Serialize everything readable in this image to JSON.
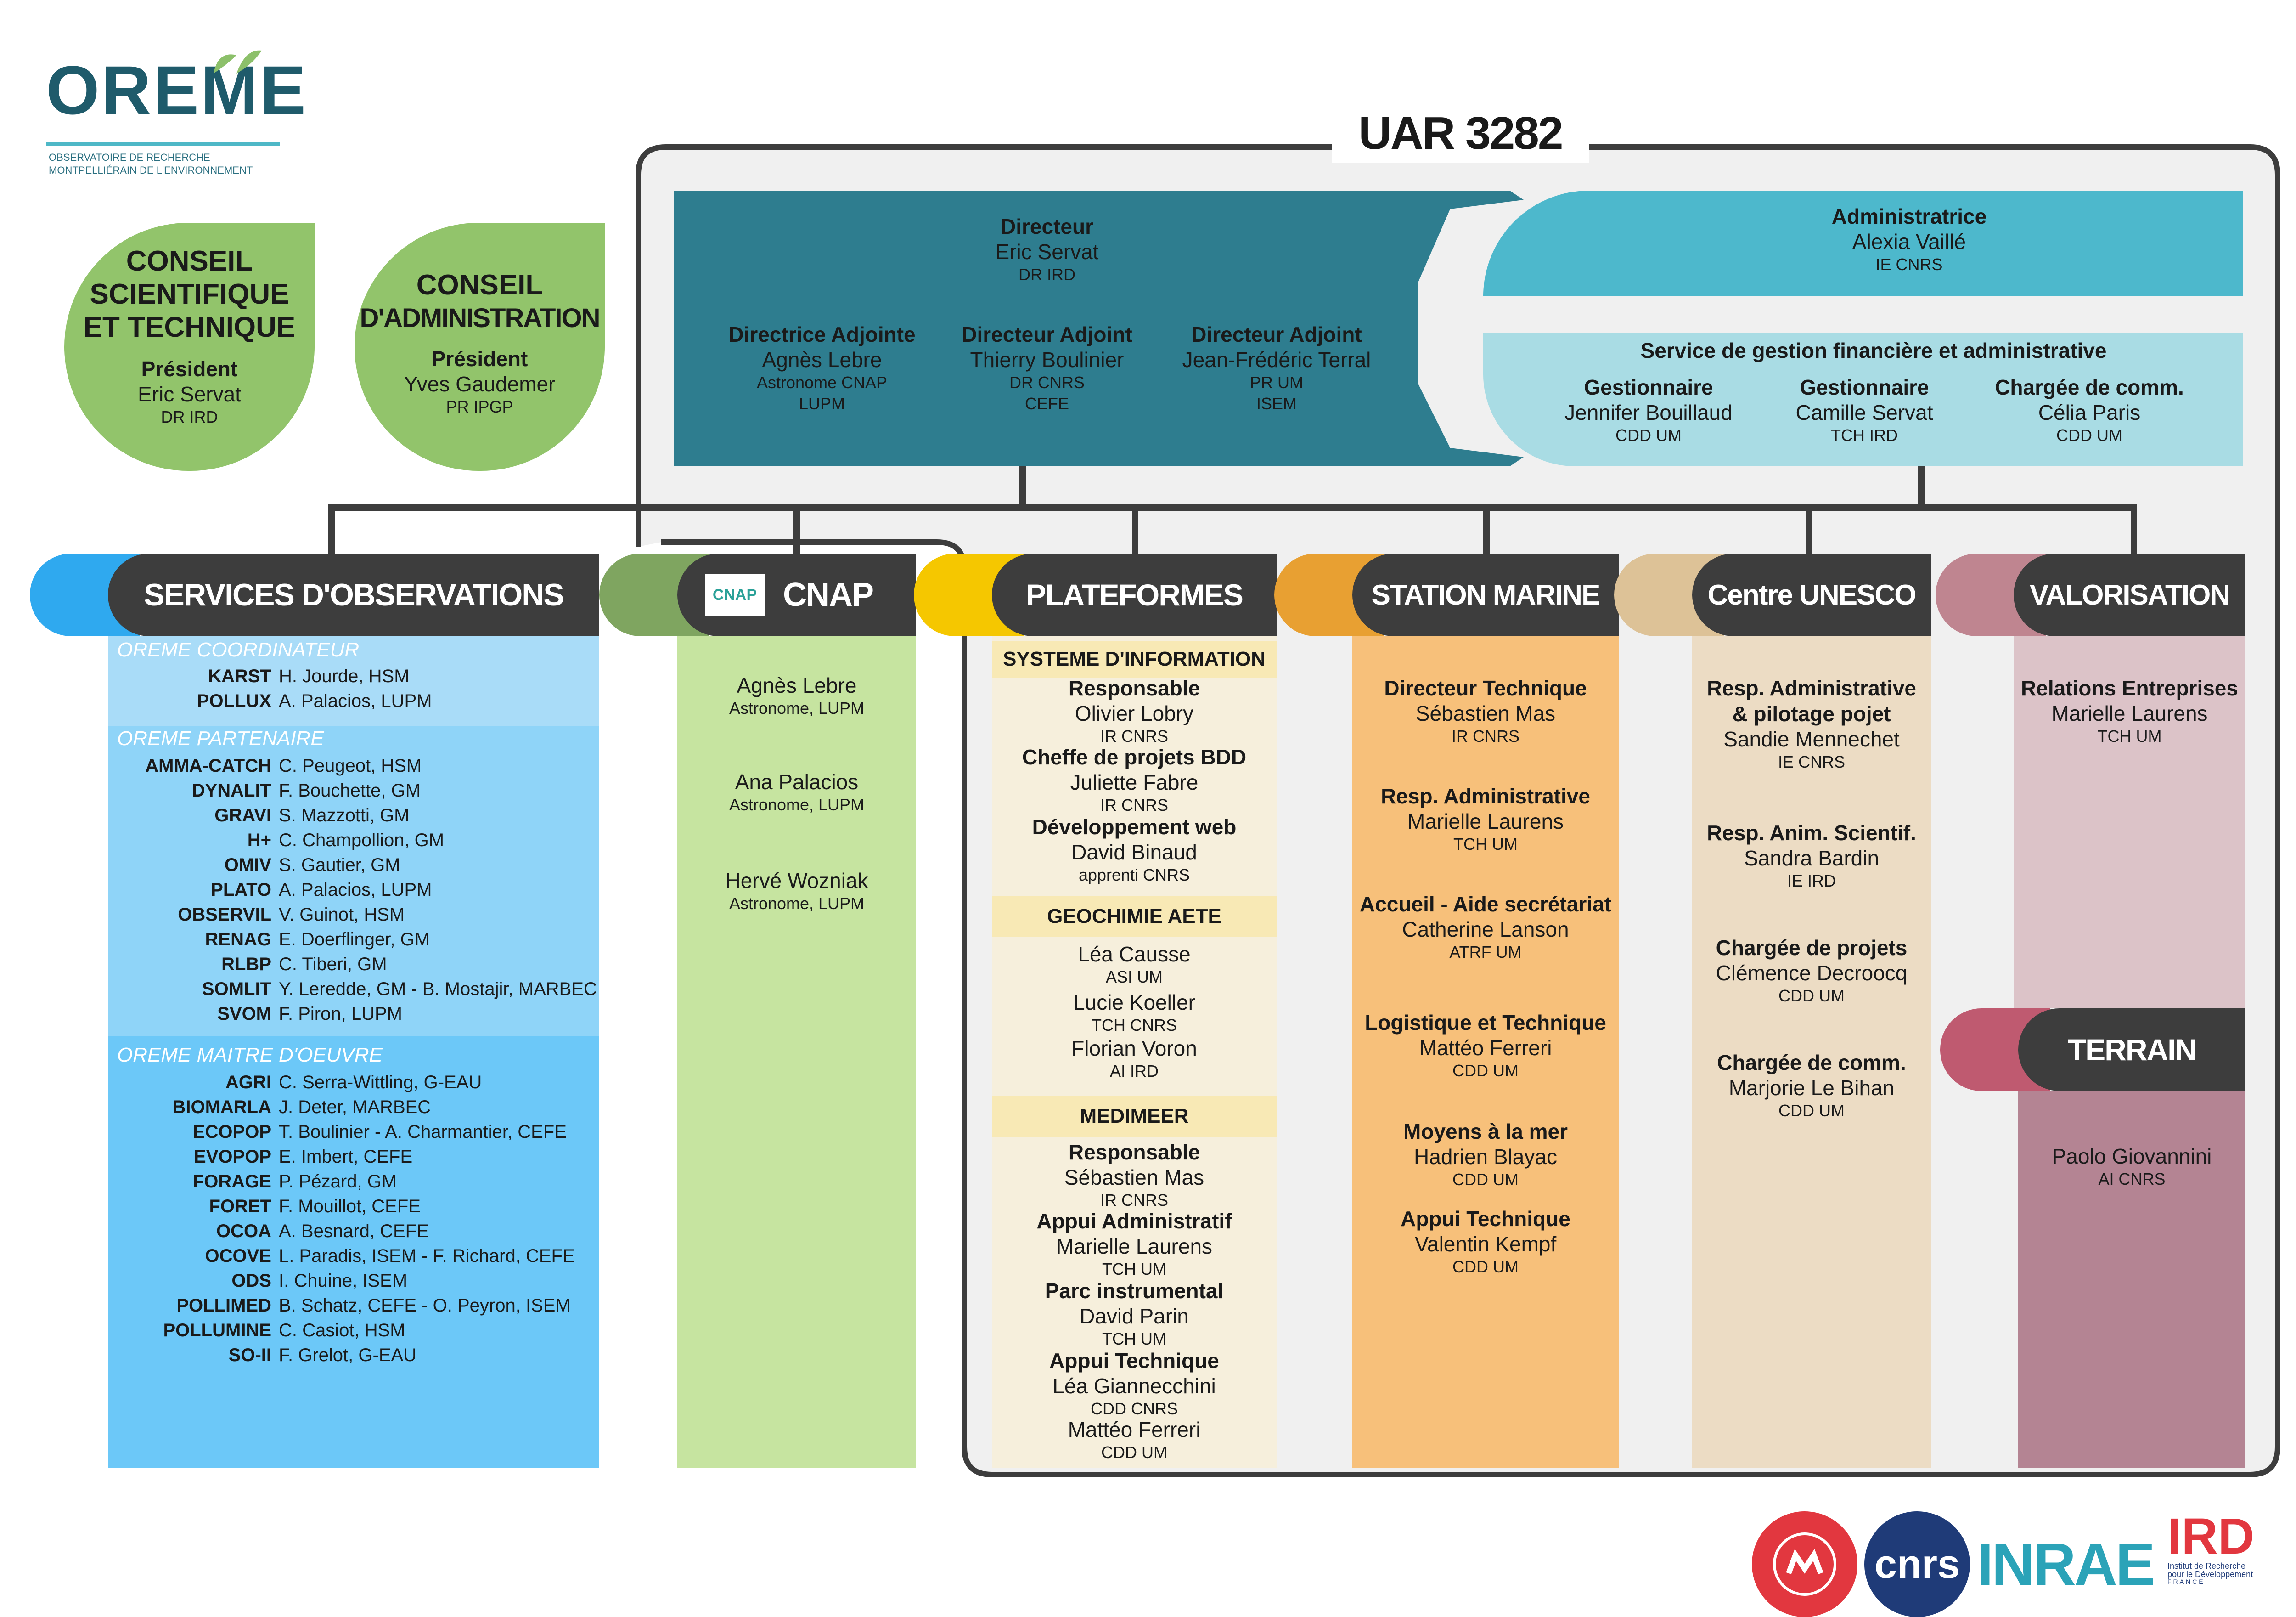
{
  "logo": {
    "name": "OREME",
    "subtitle1": "OBSERVATOIRE DE RECHERCHE",
    "subtitle2": "MONTPELLIÉRAIN DE L'ENVIRONNEMENT"
  },
  "title": "UAR 3282",
  "conseil_st": {
    "title1": "CONSEIL",
    "title2": "SCIENTIFIQUE",
    "title3": "ET TECHNIQUE",
    "role": "Président",
    "name": "Eric Servat",
    "grade": "DR IRD"
  },
  "conseil_adm": {
    "title1": "CONSEIL",
    "title2": "D'ADMINISTRATION",
    "role": "Président",
    "name": "Yves Gaudemer",
    "grade": "PR IPGP"
  },
  "direction": {
    "director": {
      "role": "Directeur",
      "name": "Eric Servat",
      "grade": "DR IRD"
    },
    "deputies": [
      {
        "role": "Directrice Adjointe",
        "name": "Agnès Lebre",
        "grade": "Astronome CNAP",
        "lab": "LUPM"
      },
      {
        "role": "Directeur Adjoint",
        "name": "Thierry Boulinier",
        "grade": "DR CNRS",
        "lab": "CEFE"
      },
      {
        "role": "Directeur Adjoint",
        "name": "Jean-Frédéric Terral",
        "grade": "PR UM",
        "lab": "ISEM"
      }
    ]
  },
  "admin": {
    "role": "Administratrice",
    "name": "Alexia Vaillé",
    "grade": "IE CNRS"
  },
  "service": {
    "title": "Service de gestion financière et administrative",
    "people": [
      {
        "role": "Gestionnaire",
        "name": "Jennifer Bouillaud",
        "grade": "CDD UM"
      },
      {
        "role": "Gestionnaire",
        "name": "Camille Servat",
        "grade": "TCH IRD"
      },
      {
        "role": "Chargée de comm.",
        "name": "Célia Paris",
        "grade": "CDD UM"
      }
    ]
  },
  "services_obs": {
    "title": "SERVICES D'OBSERVATIONS",
    "coord_label": "OREME COORDINATEUR",
    "coord": [
      {
        "k": "KARST",
        "v": "H. Jourde, HSM"
      },
      {
        "k": "POLLUX",
        "v": "A. Palacios, LUPM"
      }
    ],
    "part_label": "OREME PARTENAIRE",
    "part": [
      {
        "k": "AMMA-CATCH",
        "v": "C. Peugeot, HSM"
      },
      {
        "k": "DYNALIT",
        "v": "F. Bouchette, GM"
      },
      {
        "k": "GRAVI",
        "v": "S. Mazzotti, GM"
      },
      {
        "k": "H+",
        "v": "C. Champollion, GM"
      },
      {
        "k": "OMIV",
        "v": "S. Gautier, GM"
      },
      {
        "k": "PLATO",
        "v": "A. Palacios, LUPM"
      },
      {
        "k": "OBSERVIL",
        "v": "V. Guinot, HSM"
      },
      {
        "k": "RENAG",
        "v": "E. Doerflinger, GM"
      },
      {
        "k": "RLBP",
        "v": "C. Tiberi, GM"
      },
      {
        "k": "SOMLIT",
        "v": "Y. Leredde, GM - B. Mostajir, MARBEC"
      },
      {
        "k": "SVOM",
        "v": "F. Piron, LUPM"
      }
    ],
    "moe_label": "OREME MAITRE D'OEUVRE",
    "moe": [
      {
        "k": "AGRI",
        "v": "C. Serra-Wittling, G-EAU"
      },
      {
        "k": "BIOMARLA",
        "v": "J. Deter, MARBEC"
      },
      {
        "k": "ECOPOP",
        "v": "T. Boulinier - A. Charmantier, CEFE"
      },
      {
        "k": "EVOPOP",
        "v": "E. Imbert, CEFE"
      },
      {
        "k": "FORAGE",
        "v": "P. Pézard, GM"
      },
      {
        "k": "FORET",
        "v": "F. Mouillot, CEFE"
      },
      {
        "k": "OCOA",
        "v": "A. Besnard, CEFE"
      },
      {
        "k": "OCOVE",
        "v": "L. Paradis, ISEM - F. Richard, CEFE"
      },
      {
        "k": "ODS",
        "v": "I. Chuine, ISEM"
      },
      {
        "k": "POLLIMED",
        "v": "B. Schatz, CEFE - O. Peyron, ISEM"
      },
      {
        "k": "POLLUMINE",
        "v": "C. Casiot, HSM"
      },
      {
        "k": "SO-II",
        "v": "F. Grelot, G-EAU"
      }
    ]
  },
  "cnap": {
    "title": "CNAP",
    "logo_text": "CNAP",
    "people": [
      {
        "name": "Agnès Lebre",
        "grade": "Astronome, LUPM"
      },
      {
        "name": "Ana Palacios",
        "grade": "Astronome, LUPM"
      },
      {
        "name": "Hervé Wozniak",
        "grade": "Astronome, LUPM"
      }
    ]
  },
  "plateformes": {
    "title": "PLATEFORMES",
    "si": {
      "title": "SYSTEME D'INFORMATION",
      "people": [
        {
          "role": "Responsable",
          "name": "Olivier Lobry",
          "grade": "IR CNRS"
        },
        {
          "role": "Cheffe de projets BDD",
          "name": "Juliette Fabre",
          "grade": "IR CNRS"
        },
        {
          "role": "Développement web",
          "name": "David Binaud",
          "grade": "apprenti CNRS"
        }
      ]
    },
    "geo": {
      "title": "GEOCHIMIE AETE",
      "people": [
        {
          "name": "Léa Causse",
          "grade": "ASI UM"
        },
        {
          "name": "Lucie Koeller",
          "grade": "TCH CNRS"
        },
        {
          "name": "Florian Voron",
          "grade": "AI IRD"
        }
      ]
    },
    "medimeer": {
      "title": "MEDIMEER",
      "people": [
        {
          "role": "Responsable",
          "name": "Sébastien Mas",
          "grade": "IR CNRS"
        },
        {
          "role": "Appui Administratif",
          "name": "Marielle Laurens",
          "grade": "TCH UM"
        },
        {
          "role": "Parc instrumental",
          "name": "David Parin",
          "grade": "TCH UM"
        },
        {
          "role": "Appui Technique",
          "name": "Léa Giannecchini",
          "grade": "CDD CNRS"
        },
        {
          "role": "",
          "name": "Mattéo Ferreri",
          "grade": "CDD UM"
        }
      ]
    }
  },
  "station": {
    "title": "STATION MARINE",
    "people": [
      {
        "role": "Directeur Technique",
        "name": "Sébastien Mas",
        "grade": "IR CNRS"
      },
      {
        "role": "Resp. Administrative",
        "name": "Marielle Laurens",
        "grade": "TCH UM"
      },
      {
        "role": "Accueil - Aide secrétariat",
        "name": "Catherine Lanson",
        "grade": "ATRF UM"
      },
      {
        "role": "Logistique et Technique",
        "name": "Mattéo Ferreri",
        "grade": "CDD UM"
      },
      {
        "role": "Moyens à la mer",
        "name": "Hadrien Blayac",
        "grade": "CDD UM"
      },
      {
        "role": "Appui Technique",
        "name": "Valentin Kempf",
        "grade": "CDD UM"
      }
    ]
  },
  "unesco": {
    "title": "Centre UNESCO",
    "people": [
      {
        "role": "Resp. Administrative",
        "role2": "& pilotage pojet",
        "name": "Sandie Mennechet",
        "grade": "IE CNRS"
      },
      {
        "role": "Resp. Anim. Scientif.",
        "role2": "",
        "name": "Sandra Bardin",
        "grade": "IE IRD"
      },
      {
        "role": "Chargée de projets",
        "role2": "",
        "name": "Clémence Decroocq",
        "grade": "CDD UM"
      },
      {
        "role": "Chargée de comm.",
        "role2": "",
        "name": "Marjorie Le Bihan",
        "grade": "CDD UM"
      }
    ]
  },
  "valorisation": {
    "title": "VALORISATION",
    "role": "Relations Entreprises",
    "name": "Marielle Laurens",
    "grade": "TCH UM"
  },
  "terrain": {
    "title": "TERRAIN",
    "name": "Paolo Giovannini",
    "grade": "AI CNRS"
  },
  "partners": {
    "cnrs": "cnrs",
    "inrae": "INRAE",
    "ird": "IRD",
    "ird_sub1": "Institut de Recherche",
    "ird_sub2": "pour le Développement",
    "ird_sub3": "FRANCE"
  },
  "colors": {
    "dark": "#3d3d3d",
    "teal": "#2e7d8f",
    "admin": "#4db8cc",
    "service": "#a9dce4",
    "obs": "#7ecbf4",
    "cnap": "#c6e4a0",
    "plat": "#f6efdc",
    "station": "#f7c07a",
    "unesco": "#ecdcc4",
    "valo": "#dcc3c8",
    "terrain": "#b48493",
    "green": "#92c46b"
  }
}
